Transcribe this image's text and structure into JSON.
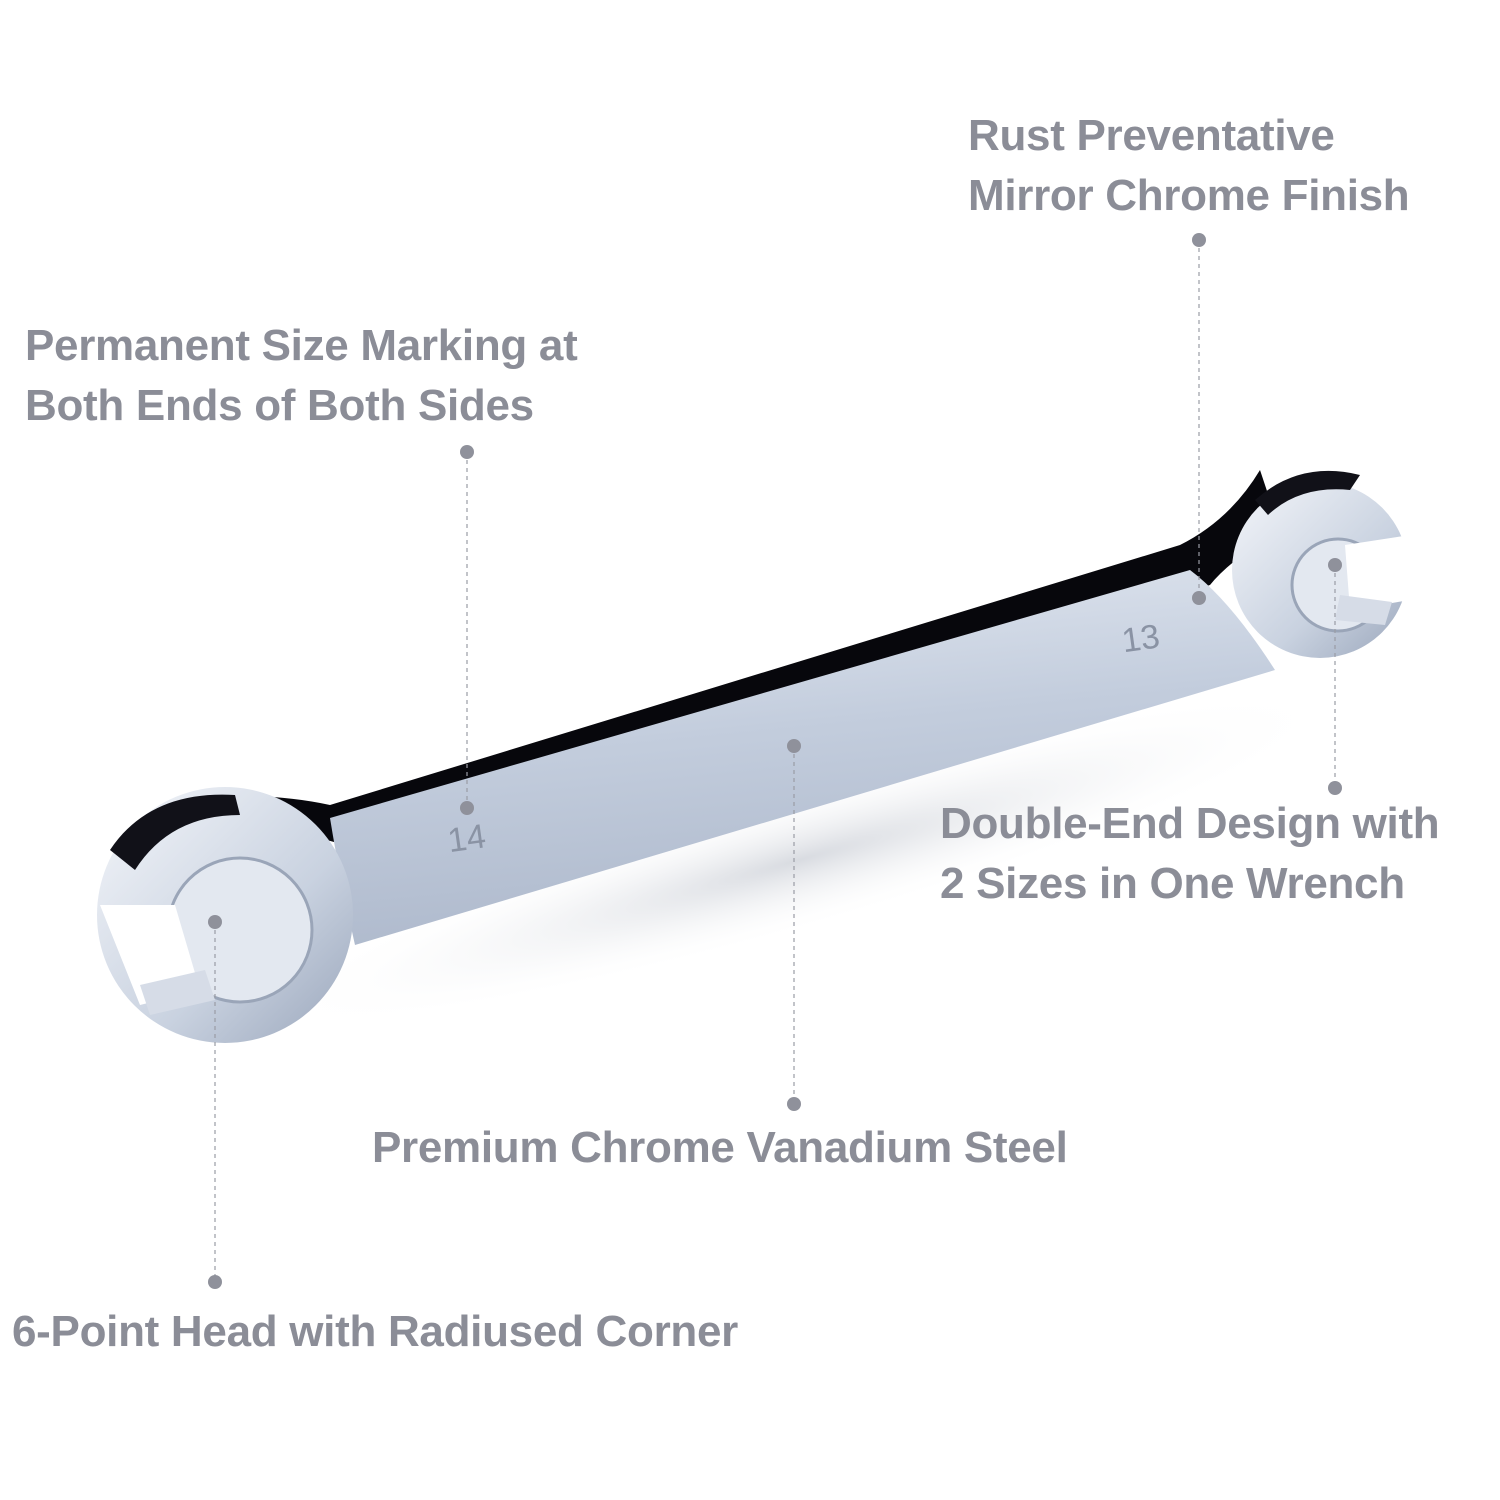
{
  "callouts": {
    "finish": {
      "line1": "Rust Preventative",
      "line2": "Mirror Chrome Finish"
    },
    "marking": {
      "line1": "Permanent Size Marking at",
      "line2": "Both Ends of Both Sides"
    },
    "double_end": {
      "line1": "Double-End Design with",
      "line2": "2 Sizes in One Wrench"
    },
    "steel": {
      "line1": "Premium Chrome Vanadium Steel"
    },
    "head": {
      "line1": "6-Point Head with Radiused Corner"
    }
  },
  "wrench": {
    "size_left": "14",
    "size_right": "13"
  },
  "colors": {
    "text": "#8b8d97",
    "dot": "#8f919b",
    "chrome": "#c9d2e2",
    "chrome_dark": "#0a0a10"
  }
}
